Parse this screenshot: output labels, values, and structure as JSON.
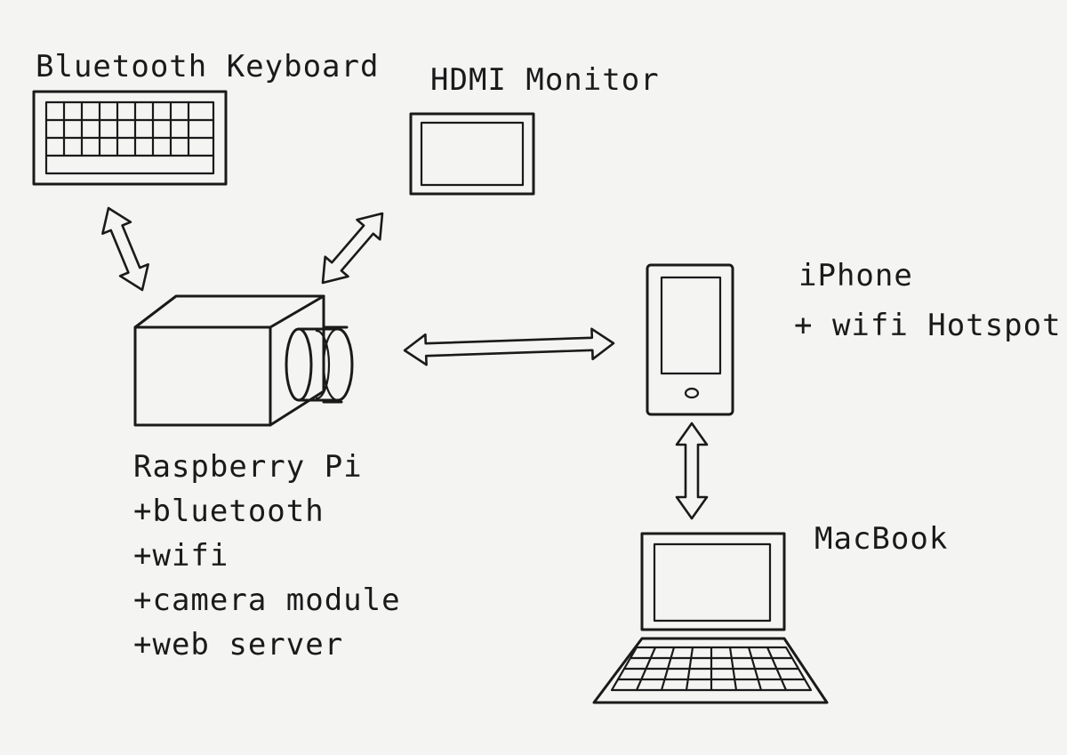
{
  "labels": {
    "keyboard": "Bluetooth Keyboard",
    "monitor": "HDMI Monitor",
    "iphone": "iPhone",
    "iphone_sub": "+ wifi Hotspot",
    "macbook": "MacBook",
    "pi": [
      "Raspberry Pi",
      "+bluetooth",
      "+wifi",
      "+camera module",
      "+web server"
    ]
  },
  "colors": {
    "ink": "#1a1a1a",
    "paper": "#f4f4f3"
  },
  "connections": [
    [
      "bluetooth-keyboard",
      "raspberry-pi"
    ],
    [
      "hdmi-monitor",
      "raspberry-pi"
    ],
    [
      "raspberry-pi",
      "iphone"
    ],
    [
      "iphone",
      "macbook"
    ]
  ]
}
